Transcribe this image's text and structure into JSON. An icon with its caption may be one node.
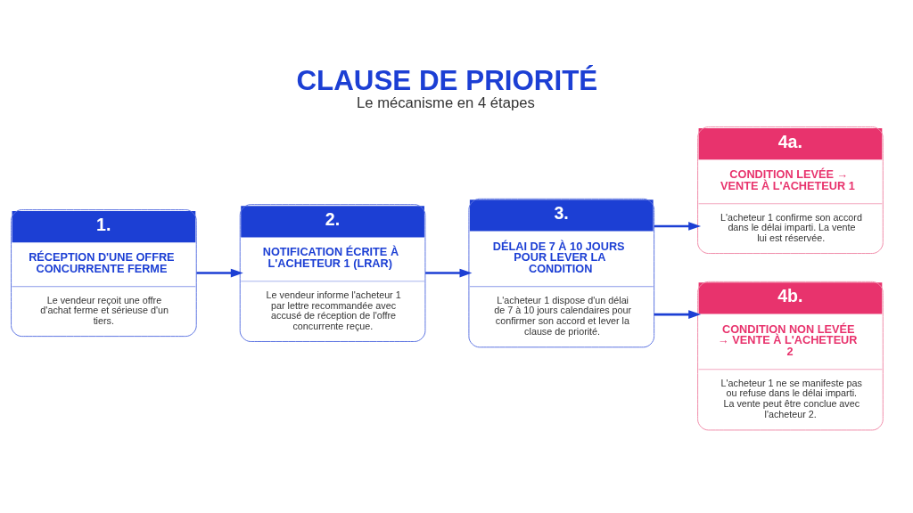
{
  "diagram": {
    "title": "CLAUSE DE PRIORITÉ",
    "caption": "Le mécanisme en 4 étapes",
    "nodes": [
      {
        "text": [
          "1.",
          "RÉCEPTION D'UNE OFFRE CONCURRENTE FERME",
          "Le vendeur reçoit une offre d'achat ferme et sérieuse d'un tiers."
        ]
      },
      {
        "text": [
          "2.",
          "NOTIFICATION ÉCRITE À L'ACHETEUR 1 (LRAR)",
          "Le vendeur informe l'acheteur 1 par lettre recommandée avec accusé de réception de l'offre concurrente reçue."
        ]
      },
      {
        "text": [
          "3.",
          "DÉLAI DE 7 À 10 JOURS POUR LEVER LA CONDITION",
          "L'acheteur 1 dispose d'un délai de 7 à 10 jours calendaires pour confirmer son accord et lever la clause de priorité."
        ]
      },
      {
        "text": [
          "4a.",
          "CONDITION LEVÉE → VENTE À L'ACHETEUR 1",
          "L'acheteur 1 confirme son accord dans le délai imparti. La vente lui est réservée."
        ]
      },
      {
        "text": [
          "4b.",
          "CONDITION NON LEVÉE → VENTE À L'ACHETEUR 2",
          "L'acheteur 1 ne se manifeste pas ou refuse dans le délai imparti. La vente peut être conclue avec l'acheteur 2."
        ]
      }
    ],
    "edges": [
      {
        "from": 0,
        "to": 1,
        "arrow": "to"
      },
      {
        "from": 1,
        "to": 2,
        "arrow": "to"
      },
      {
        "from": 2,
        "to": 3,
        "arrow": "to"
      },
      {
        "from": 2,
        "to": 4,
        "arrow": "to"
      }
    ]
  }
}
